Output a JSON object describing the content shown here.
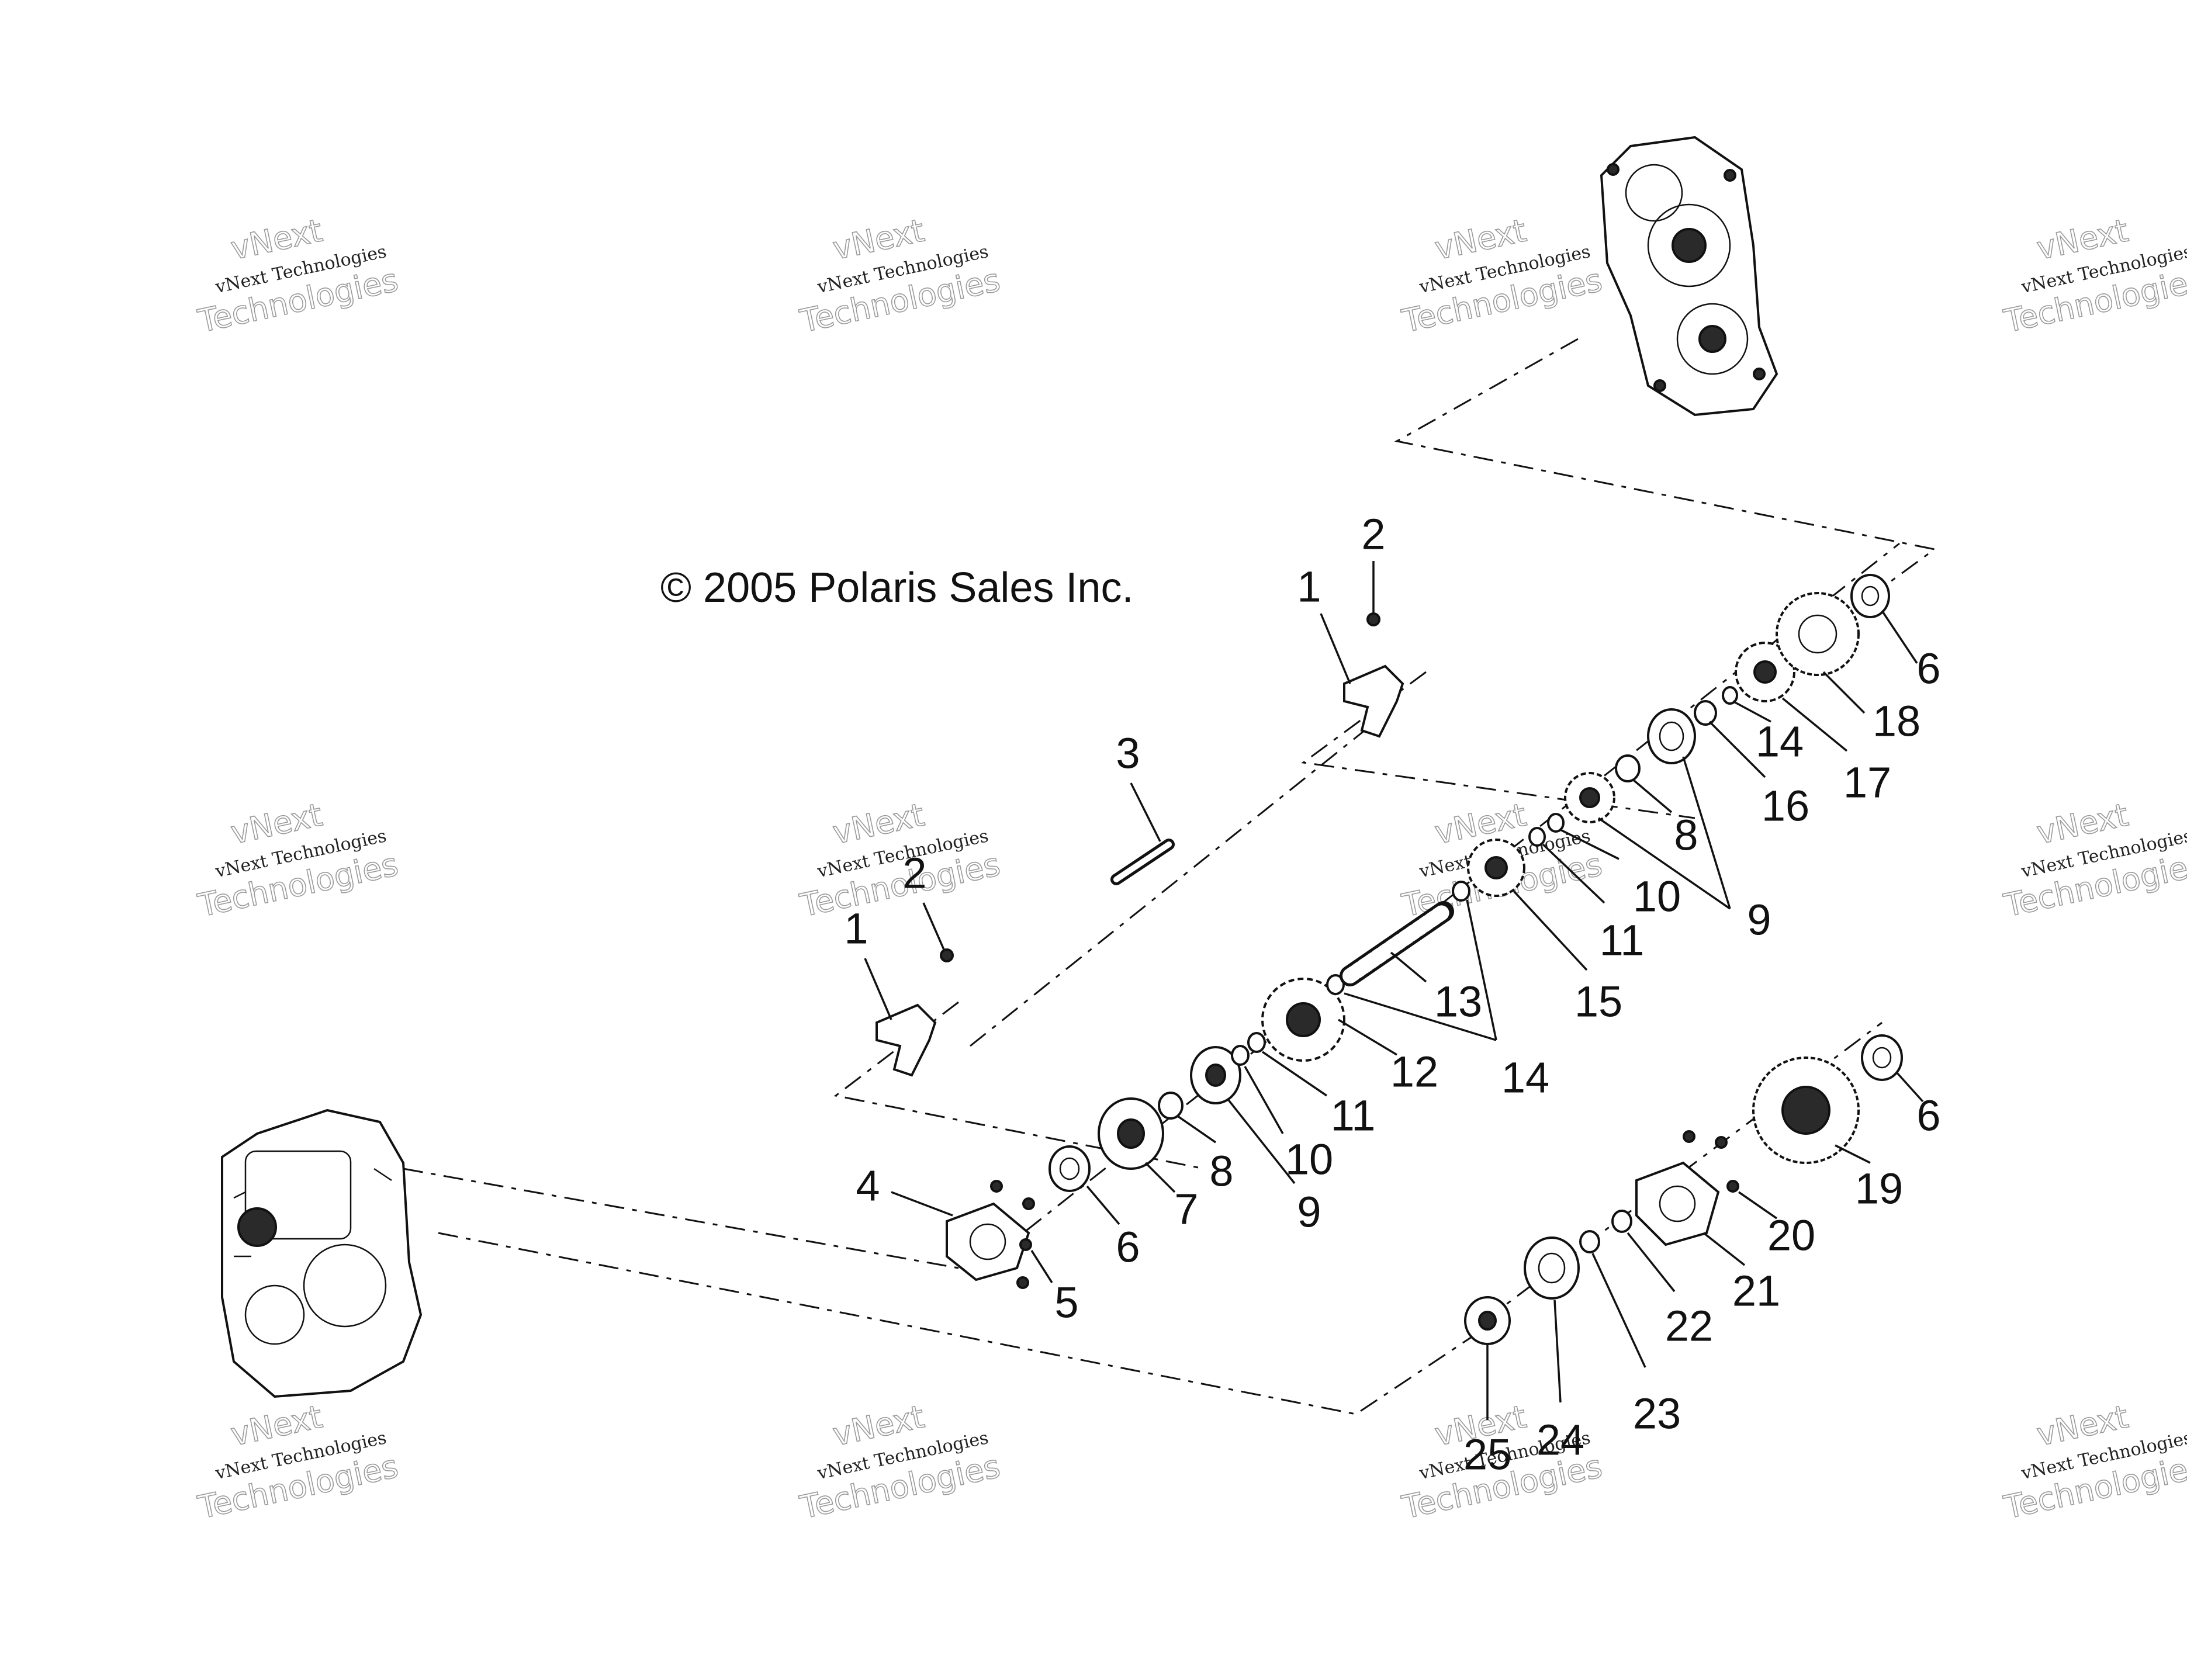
{
  "copyright": "© 2005 Polaris Sales Inc.",
  "watermark": {
    "line1": "vNext",
    "line2": "vNext Technologies",
    "line3": "Technologies"
  },
  "callouts": [
    {
      "id": "c1a",
      "label": "1"
    },
    {
      "id": "c2a",
      "label": "2"
    },
    {
      "id": "c3",
      "label": "3"
    },
    {
      "id": "c2b",
      "label": "2"
    },
    {
      "id": "c1b",
      "label": "1"
    },
    {
      "id": "c6a",
      "label": "6"
    },
    {
      "id": "c18",
      "label": "18"
    },
    {
      "id": "c14a",
      "label": "14"
    },
    {
      "id": "c17",
      "label": "17"
    },
    {
      "id": "c16",
      "label": "16"
    },
    {
      "id": "c8a",
      "label": "8"
    },
    {
      "id": "c10a",
      "label": "10"
    },
    {
      "id": "c9a",
      "label": "9"
    },
    {
      "id": "c11a",
      "label": "11"
    },
    {
      "id": "c13",
      "label": "13"
    },
    {
      "id": "c15",
      "label": "15"
    },
    {
      "id": "c12",
      "label": "12"
    },
    {
      "id": "c14b",
      "label": "14"
    },
    {
      "id": "c11b",
      "label": "11"
    },
    {
      "id": "c10b",
      "label": "10"
    },
    {
      "id": "c8b",
      "label": "8"
    },
    {
      "id": "c9b",
      "label": "9"
    },
    {
      "id": "c7",
      "label": "7"
    },
    {
      "id": "c6b",
      "label": "6"
    },
    {
      "id": "c4",
      "label": "4"
    },
    {
      "id": "c5",
      "label": "5"
    },
    {
      "id": "c6c",
      "label": "6"
    },
    {
      "id": "c19",
      "label": "19"
    },
    {
      "id": "c20",
      "label": "20"
    },
    {
      "id": "c21",
      "label": "21"
    },
    {
      "id": "c22",
      "label": "22"
    },
    {
      "id": "c23",
      "label": "23"
    },
    {
      "id": "c24",
      "label": "24"
    },
    {
      "id": "c25",
      "label": "25"
    }
  ]
}
